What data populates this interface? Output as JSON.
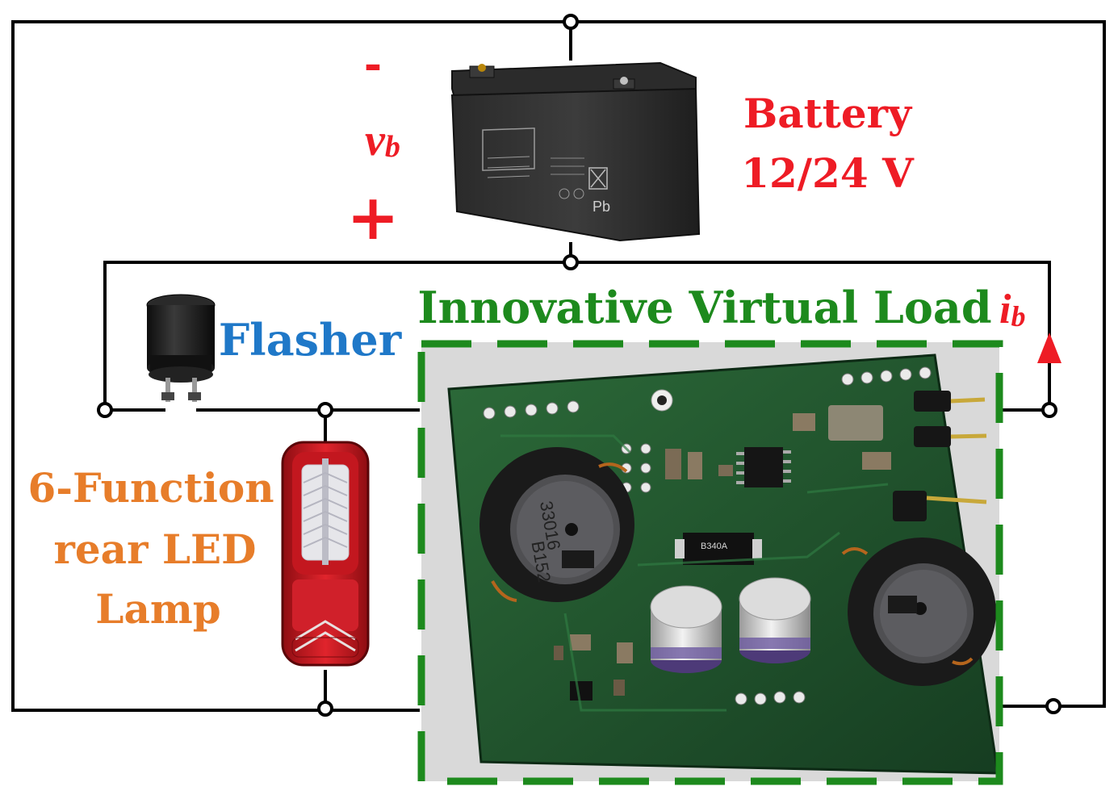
{
  "labels": {
    "battery_line1": "Battery",
    "battery_line2": "12/24 V",
    "minus": "-",
    "plus": "+",
    "voltage_symbol": "v",
    "voltage_subscript": "b",
    "current_symbol": "i",
    "current_subscript": "b",
    "flasher": "Flasher",
    "virtual_load": "Innovative Virtual Load",
    "lamp_line1": "6-Function",
    "lamp_line2": "rear LED",
    "lamp_line3": "Lamp"
  },
  "battery_markings": {
    "lead": "Pb"
  },
  "colors": {
    "wire": "#000000",
    "red_labels": "#ee1c25",
    "flasher_blue": "#1f78c8",
    "lamp_orange": "#e77d2a",
    "virtual_load_green": "#1d8a1d",
    "pcb_green": "#1f4f2a"
  }
}
